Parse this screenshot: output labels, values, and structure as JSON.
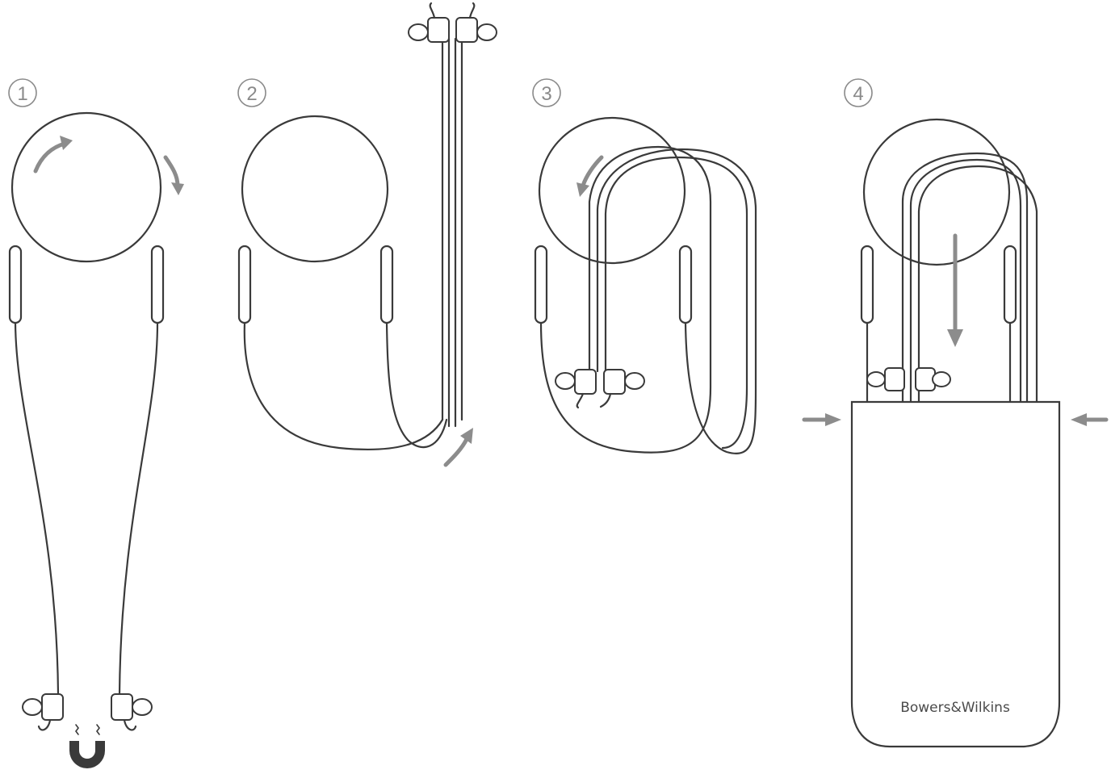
{
  "steps": [
    {
      "number": "1"
    },
    {
      "number": "2"
    },
    {
      "number": "3"
    },
    {
      "number": "4"
    }
  ],
  "pouch": {
    "brand_label": "Bowers&Wilkins"
  },
  "icons": [
    "rotate-arrow-icon",
    "magnet-icon",
    "push-arrow-icon",
    "earbud-icon"
  ],
  "colors": {
    "line": "#3a3a3a",
    "arrow": "#8c8c8c",
    "step": "#8a8a8a"
  }
}
